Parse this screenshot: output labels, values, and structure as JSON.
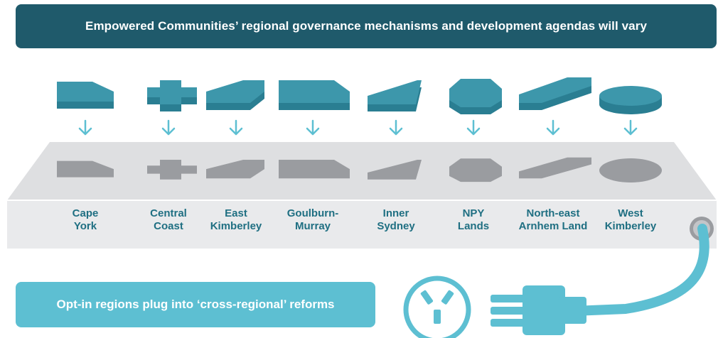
{
  "banner": {
    "text": "Empowered Communities’ regional governance mechanisms and development agendas will vary"
  },
  "regions": [
    {
      "id": "cape-york",
      "line1": "Cape",
      "line2": "York",
      "shape": "hexagon"
    },
    {
      "id": "central-coast",
      "line1": "Central",
      "line2": "Coast",
      "shape": "cross"
    },
    {
      "id": "east-kimberley",
      "line1": "East",
      "line2": "Kimberley",
      "shape": "trapezoid"
    },
    {
      "id": "goulburn-murray",
      "line1": "Goulburn-",
      "line2": "Murray",
      "shape": "parallelogram"
    },
    {
      "id": "inner-sydney",
      "line1": "Inner",
      "line2": "Sydney",
      "shape": "triangle"
    },
    {
      "id": "npy-lands",
      "line1": "NPY",
      "line2": "Lands",
      "shape": "octagon"
    },
    {
      "id": "north-east-arnhem-land",
      "line1": "North-east",
      "line2": "Arnhem Land",
      "shape": "parallelogram-wide"
    },
    {
      "id": "west-kimberley",
      "line1": "West",
      "line2": "Kimberley",
      "shape": "ellipse"
    }
  ],
  "callout": {
    "text": "Opt-in regions plug into ‘cross-regional’ reforms"
  },
  "colors": {
    "banner": "#1f5a6b",
    "shape_top": "#3d97ab",
    "shape_side": "#2a7e92",
    "arrow": "#5dbfd2",
    "strip_top": "#dedfe1",
    "strip_front": "#e9eaec",
    "hole_shape": "#9a9ca0",
    "label": "#1f6f82",
    "cable": "#5dbfd2"
  },
  "icons": [
    "down-arrow-icon",
    "power-socket-icon",
    "plug-icon"
  ]
}
